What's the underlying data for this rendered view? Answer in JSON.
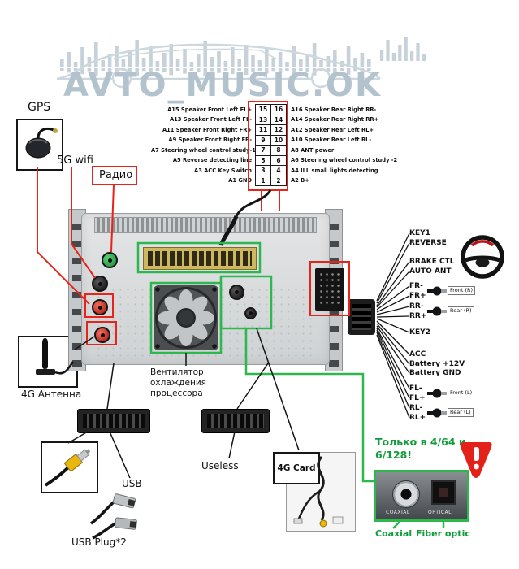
{
  "watermark": {
    "title": "AVTO_MUSIC.OK"
  },
  "connectors": {
    "gps_label": "GPS",
    "wifi_label": "5G wifi",
    "radio_label": "Радио",
    "fan_caption": "Вентилятор охлаждения процессора",
    "antenna4g_label": "4G Антенна"
  },
  "pin_table": {
    "rows": [
      {
        "left": "A15  Speaker Front Left FL+",
        "lpin": "15",
        "rpin": "16",
        "right": "A16  Speaker Rear Right RR-"
      },
      {
        "left": "A13  Speaker Front Left FL-",
        "lpin": "13",
        "rpin": "14",
        "right": "A14  Speaker Rear Right RR+"
      },
      {
        "left": "A11  Speaker Front Right FR+",
        "lpin": "11",
        "rpin": "12",
        "right": "A12  Speaker Rear Left RL+"
      },
      {
        "left": "A9  Speaker Front Right FR-",
        "lpin": "9",
        "rpin": "10",
        "right": "A10  Speaker Rear Left RL-"
      },
      {
        "left": "A7  Steering wheel control study-1",
        "lpin": "7",
        "rpin": "8",
        "right": "A8  ANT power"
      },
      {
        "left": "A5  Reverse detecting line",
        "lpin": "5",
        "rpin": "6",
        "right": "A6  Steering wheel control study -2"
      },
      {
        "left": "A3  ACC Key Switch",
        "lpin": "3",
        "rpin": "4",
        "right": "A4  ILL small lights detecting"
      },
      {
        "left": "A1  GND",
        "lpin": "1",
        "rpin": "2",
        "right": "A2  B+"
      }
    ]
  },
  "harness": {
    "wires": [
      "KEY1",
      "REVERSE",
      "BRAKE CTL",
      "AUTO ANT",
      "FR-",
      "FR+",
      "RR-",
      "RR+",
      "KEY2",
      "ACC",
      "Battery +12V",
      "Battery GND",
      "FL-",
      "FL+",
      "RL-",
      "RL+"
    ],
    "rca_tags": [
      "Front (R)",
      "Rear (R)",
      "Front (L)",
      "Rear (L)"
    ]
  },
  "bottom": {
    "useless_label": "Useless",
    "card4g_label": "4G Card",
    "usb_label": "USB",
    "usb_plug_label": "USB Plug*2"
  },
  "digital_audio": {
    "note": "Только в 4/64 и 6/128!",
    "coaxial_label": "Coaxial",
    "fiber_label": "Fiber optic",
    "port_coaxial": "COAXIAL",
    "port_optical": "OPTICAL"
  },
  "colors": {
    "red": "#e8231a",
    "green": "#2db84d",
    "green_text": "#0f9d3a",
    "watermark": "#b3c3ce"
  }
}
